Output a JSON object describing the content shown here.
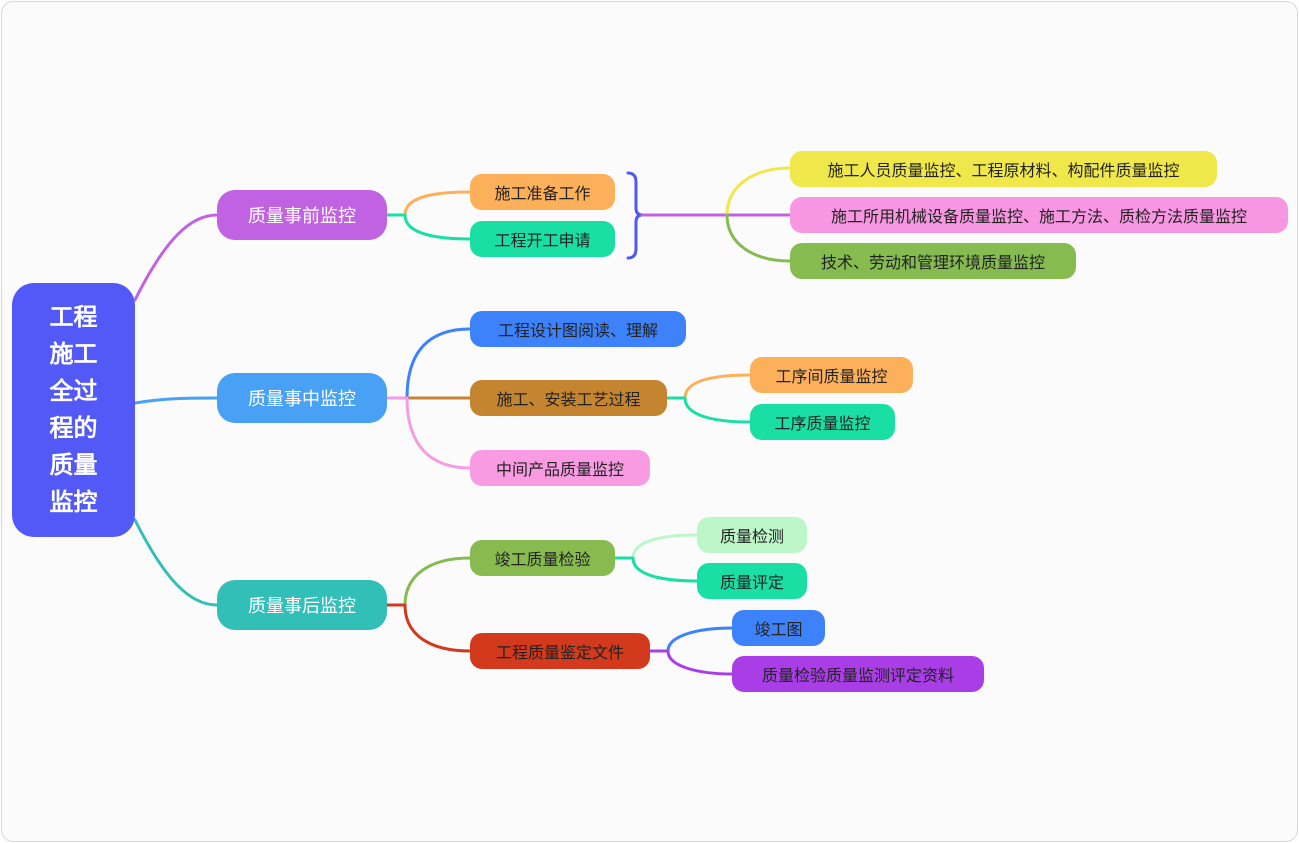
{
  "root": {
    "label": "工程\n施工\n全过\n程的\n质量\n监控",
    "color": "#5359f7"
  },
  "branches": [
    {
      "label": "质量事前监控",
      "color": "#c162e3",
      "children": [
        {
          "label": "施工准备工作",
          "color": "#fdb05a"
        },
        {
          "label": "工程开工申请",
          "color": "#1adfa4"
        }
      ],
      "summary": [
        {
          "label": "施工人员质量监控、工程原材料、构配件质量监控",
          "color": "#f0e84a"
        },
        {
          "label": "施工所用机械设备质量监控、施工方法、质检方法质量监控",
          "color": "#f797e1"
        },
        {
          "label": "技术、劳动和管理环境质量监控",
          "color": "#86bb50"
        }
      ]
    },
    {
      "label": "质量事中监控",
      "color": "#48a1f5",
      "children": [
        {
          "label": "工程设计图阅读、理解",
          "color": "#3d82fb"
        },
        {
          "label": "施工、安装工艺过程",
          "color": "#c58530",
          "children": [
            {
              "label": "工序间质量监控",
              "color": "#fdb05a"
            },
            {
              "label": "工序质量监控",
              "color": "#1adfa4"
            }
          ]
        },
        {
          "label": "中间产品质量监控",
          "color": "#f99be2"
        }
      ]
    },
    {
      "label": "质量事后监控",
      "color": "#32bfb8",
      "children": [
        {
          "label": "竣工质量检验",
          "color": "#87bb50",
          "children": [
            {
              "label": "质量检测",
              "color": "#bdf7c9"
            },
            {
              "label": "质量评定",
              "color": "#1adfa4"
            }
          ]
        },
        {
          "label": "工程质量鉴定文件",
          "color": "#d2391d",
          "children": [
            {
              "label": "竣工图",
              "color": "#3d82fb"
            },
            {
              "label": "质量检验质量监测评定资料",
              "color": "#a93ee6"
            }
          ]
        }
      ]
    }
  ]
}
